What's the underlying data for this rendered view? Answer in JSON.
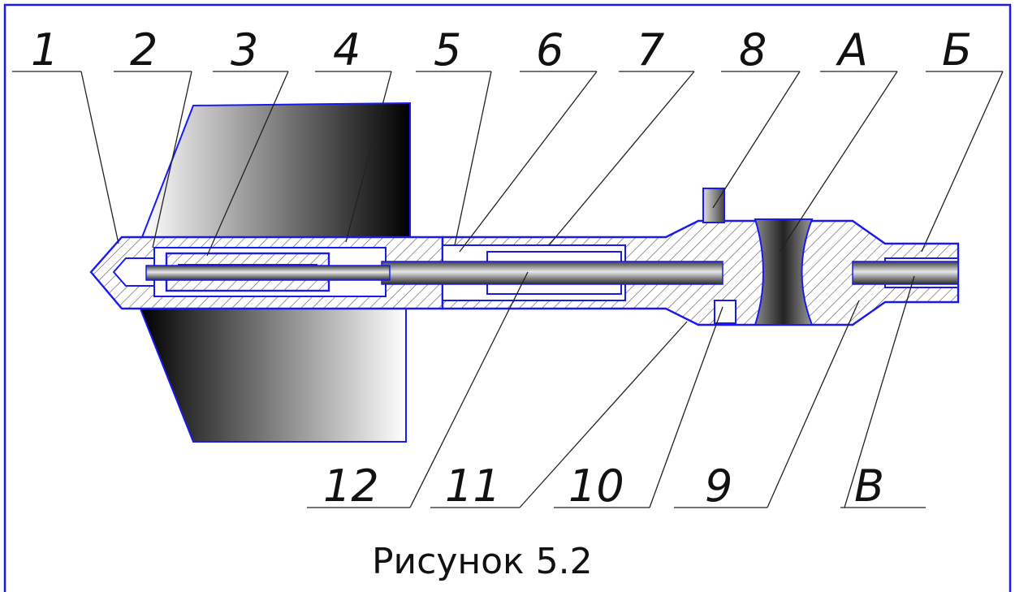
{
  "labels_top": [
    "1",
    "2",
    "3",
    "4",
    "5",
    "6",
    "7",
    "8",
    "А",
    "Б"
  ],
  "labels_bottom": [
    "12",
    "11",
    "10",
    "9",
    "В"
  ],
  "caption": "Рисунок 5.2",
  "colors": {
    "outline": "#1a1af0",
    "hatch": "#555555",
    "frame": "#1a1af0"
  }
}
